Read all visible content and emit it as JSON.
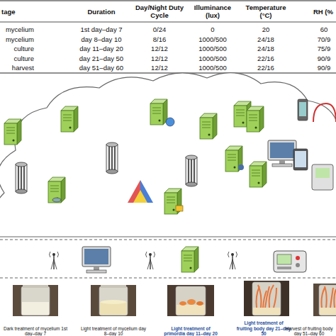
{
  "diagram": {
    "nodes": [
      {
        "text": [
          "Dark treatment of mycelium 1st day–day 7"
        ]
      },
      {
        "text": [
          "Light treatment of mycelium day 8–day 10"
        ]
      },
      {
        "text": [
          "Light treatment of primordia day 11–day 20"
        ]
      },
      {
        "text": [
          "Light treatment of fruiting body day 21–day 50"
        ]
      },
      {
        "text": [
          "Harvest of fruiting body day 51–day 60"
        ]
      }
    ],
    "labels": [
      "tage",
      "Duration",
      "Day/Night Duty Cycle",
      "Illuminance (lux)",
      "Temperature (°C)",
      "RH (%",
      "mycelium",
      "1st day–day 7",
      "0/24",
      "0",
      "20",
      "60",
      "mycelium",
      "day 8–day 10",
      "8/16",
      "1000/500",
      "24/18",
      "70/9",
      "culture",
      "day 11–day 20",
      "12/12",
      "1000/500",
      "24/18",
      "75/9",
      "culture",
      "day 21–day 50",
      "12/12",
      "1000/500",
      "22/16",
      "90/9",
      "harvest",
      "day 51–day 60",
      "12/12",
      "1000/500",
      "22/16",
      "90/9"
    ]
  }
}
